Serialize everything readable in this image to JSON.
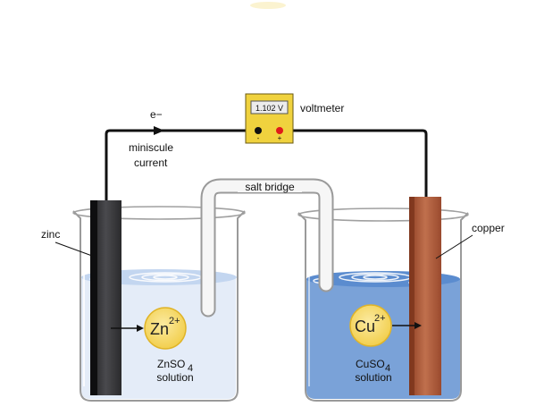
{
  "labels": {
    "voltmeter": "voltmeter",
    "voltmeter_reading": "1.102 V",
    "terminal_neg": "-",
    "terminal_pos": "+",
    "electron": "e−",
    "current_line1": "miniscule",
    "current_line2": "current",
    "salt_bridge": "salt bridge",
    "zinc": "zinc",
    "copper": "copper"
  },
  "left_beaker": {
    "ion_base": "Zn",
    "ion_charge": "2+",
    "solution_formula_main": "ZnSO",
    "solution_formula_sub": "4",
    "solution_word": "solution"
  },
  "right_beaker": {
    "ion_base": "Cu",
    "ion_charge": "2+",
    "solution_formula_main": "CuSO",
    "solution_formula_sub": "4",
    "solution_word": "solution"
  },
  "colors": {
    "zinc_electrode": "#3a3a3c",
    "copper_electrode": "#b5603f",
    "znso4_solution": "#e4ecf8",
    "cuso4_solution": "#7aa2d8",
    "ion_fill": "#f7d968",
    "voltmeter_body": "#f0d23e",
    "wire": "#111111"
  }
}
